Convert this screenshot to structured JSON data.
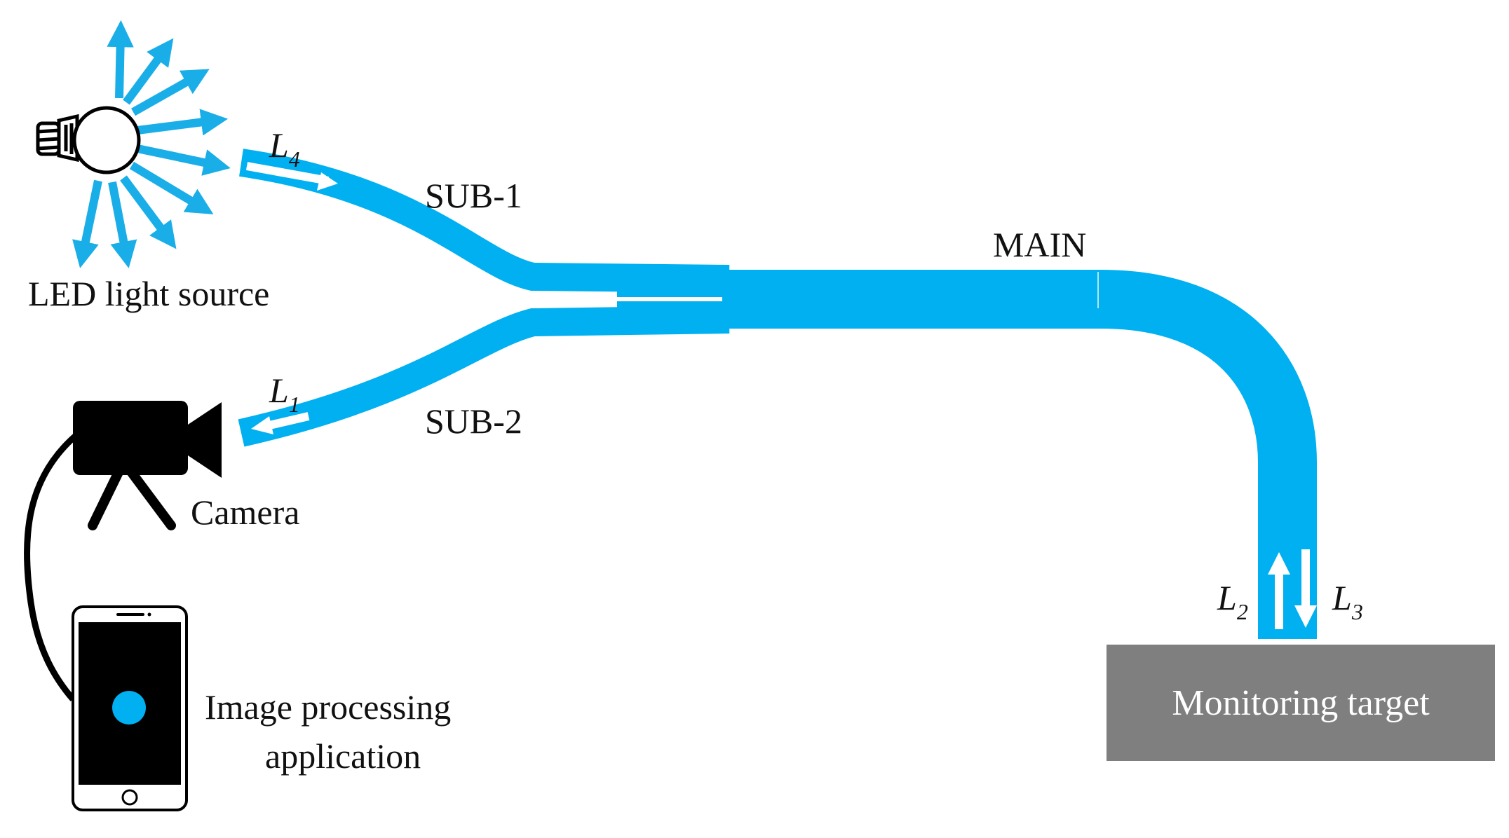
{
  "labels": {
    "led_light_source": "LED light source",
    "camera": "Camera",
    "image_processing_line1": "Image processing",
    "image_processing_line2": "application",
    "sub1": "SUB-1",
    "sub2": "SUB-2",
    "main": "MAIN",
    "monitoring_target": "Monitoring target",
    "l1": {
      "main": "L",
      "sub": "1"
    },
    "l2": {
      "main": "L",
      "sub": "2"
    },
    "l3": {
      "main": "L",
      "sub": "3"
    },
    "l4": {
      "main": "L",
      "sub": "4"
    }
  },
  "colors": {
    "fiber": "#00b0f0",
    "ray": "#1aaee8",
    "target_box": "#7f7f7f",
    "device": "#000000",
    "phone_dot": "#00b0f0"
  },
  "icons": {
    "light": "bulb-icon",
    "camera": "video-camera-icon",
    "phone": "smartphone-icon"
  }
}
